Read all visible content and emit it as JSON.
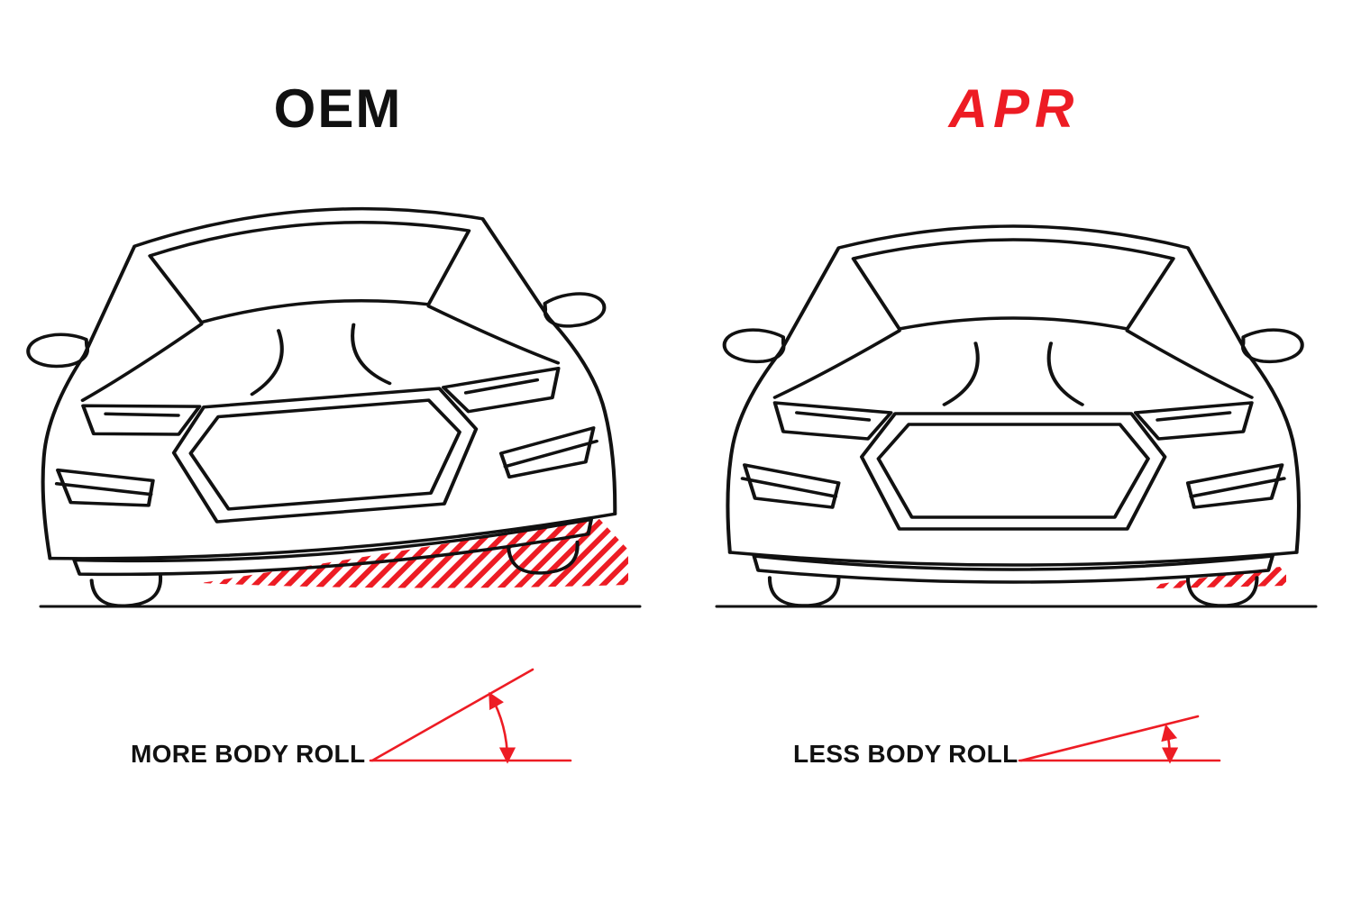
{
  "diagram": {
    "type": "before-after-comparison",
    "subject": "car front view body roll with OEM vs APR sway bars",
    "panels": [
      {
        "id": "oem",
        "title": "OEM",
        "caption": "MORE BODY ROLL",
        "depicted": "car front outline tilted with large red hatched wedge under chassis",
        "body_roll_angle_deg_estimate": 30
      },
      {
        "id": "apr",
        "title": "APR",
        "caption": "LESS BODY ROLL",
        "depicted": "car front outline nearly level with thin red hatched wedge under chassis",
        "body_roll_angle_deg_estimate": 13
      }
    ]
  },
  "colors": {
    "accent_red": "#ED1C24",
    "line_black": "#111111",
    "background": "#FFFFFF"
  },
  "icons": {
    "car_front": "car-front-outline",
    "roll_gap": "red-diagonal-hatch-wedge",
    "angle_marker": "angle-arc-with-arrowheads"
  }
}
